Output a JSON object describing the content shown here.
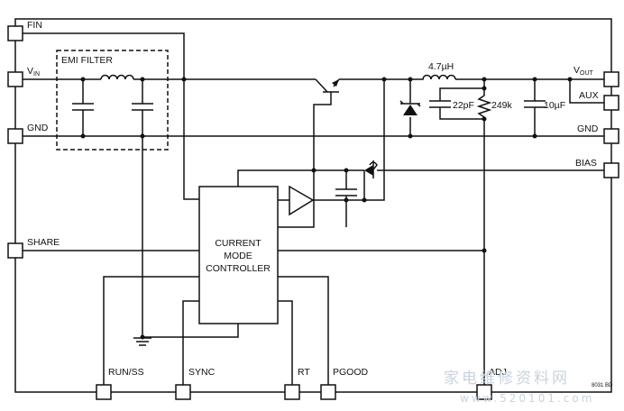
{
  "pins": {
    "fin": "FIN",
    "vin_main": "V",
    "vin_sub": "IN",
    "gnd_left": "GND",
    "share": "SHARE",
    "vout_main": "V",
    "vout_sub": "OUT",
    "aux": "AUX",
    "gnd_right": "GND",
    "bias": "BIAS",
    "run_ss": "RUN/SS",
    "sync": "SYNC",
    "rt": "RT",
    "pgood": "PGOOD",
    "adj": "ADJ"
  },
  "emi_filter": {
    "label": "EMI FILTER"
  },
  "controller": {
    "line1": "CURRENT",
    "line2": "MODE",
    "line3": "CONTROLLER"
  },
  "components": {
    "inductor": "4.7µH",
    "cap_ff": "22pF",
    "resistor": "249k",
    "cap_out": "10µF"
  },
  "figure_code": "8031 BD",
  "watermark": {
    "line1": "家电维修资料网",
    "line2": "www.520101.com"
  },
  "colors": {
    "line": "#111111",
    "watermark": "#c9d3df"
  }
}
